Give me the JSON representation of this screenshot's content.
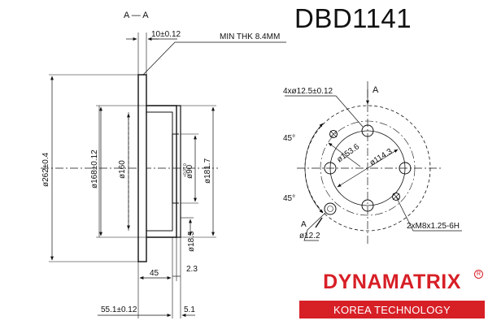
{
  "part_number": "DBD1141",
  "brand": {
    "name": "DYNAMATRIX",
    "registered": "R",
    "tagline": "KOREA TECHNOLOGY",
    "color": "#d71f26"
  },
  "section_view": {
    "section_label": "A — A",
    "thickness": "10±0.12",
    "min_thickness": "MIN THK 8.4MM",
    "outer_diameter": "ø262±0.4",
    "hat_diameter": "ø168±0.12",
    "inner_hat_diameter": "ø160",
    "center_bore": "ø90",
    "center_bore_tol": "+0.07 0",
    "hub_face_diameter": "ø181.7",
    "flange_thickness": "ø18.5",
    "hat_depth": "45",
    "hub_offset": "2.3",
    "total_height": "55.1±0.12",
    "face_height": "5.1"
  },
  "front_view": {
    "view_label": "A",
    "bolt_holes": "4xø12.5±0.12",
    "pcd": "ø114.3",
    "ring_diameter": "ø153.6",
    "angle_top": "45°",
    "angle_bottom": "45°",
    "section_marker": "A",
    "pin_hole": "ø12.2",
    "thread": "2xM8x1.25-6H"
  }
}
